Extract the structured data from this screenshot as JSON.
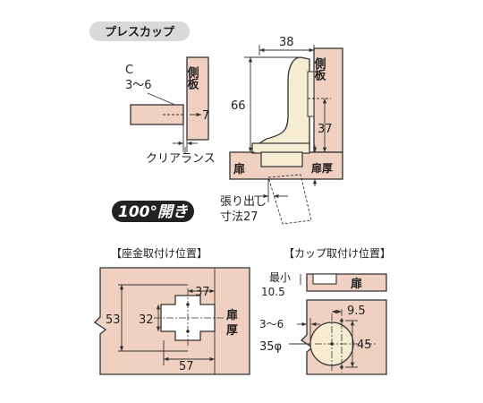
{
  "sections": {
    "press_cup": "プレスカップ",
    "opening": "100°開き",
    "base_position": "【座金取付け位置】",
    "cup_position": "【カップ取付け位置】"
  },
  "top_left": {
    "c_label": "C",
    "c_range": "3〜6",
    "side_board": "側板",
    "dim_7": "7",
    "clearance": "クリアランス"
  },
  "top_right": {
    "dim_38": "38",
    "dim_66": "66",
    "dim_37": "37",
    "side_board": "側板",
    "door": "扉",
    "door_thickness": "扉厚",
    "overhang_line1": "張り出し",
    "overhang_line2": "寸法27"
  },
  "base_plate": {
    "dim_37": "37",
    "dim_53": "53",
    "dim_32": "32",
    "dim_57": "57",
    "door_thickness": "扉厚"
  },
  "cup": {
    "min_label": "最小",
    "min_value": "10.5",
    "door": "扉",
    "range": "3〜6",
    "dim_9_5": "9.5",
    "diameter": "35φ",
    "dim_45": "45"
  },
  "colors": {
    "wood": "#f0d0c0",
    "hinge": "#f6ecd2",
    "pill": "#d9d9d9",
    "badge": "#222222"
  }
}
